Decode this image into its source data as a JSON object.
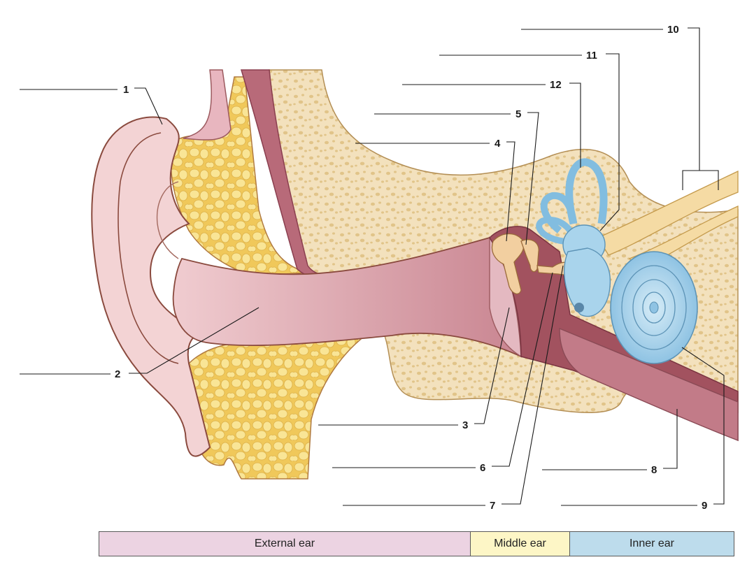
{
  "labels": [
    "1",
    "2",
    "3",
    "4",
    "5",
    "6",
    "7",
    "8",
    "9",
    "10",
    "11",
    "12"
  ],
  "legend": {
    "external": "External ear",
    "middle": "Middle ear",
    "inner": "Inner ear"
  },
  "colors": {
    "external": "#ecd3e2",
    "middle": "#fdf6c6",
    "inner": "#bddcec",
    "skin": "#f3d3d4",
    "bone": "#f3e1bd",
    "fat": "#f7df86",
    "canal": "#c98d96",
    "labyrinth": "#a9d4ec",
    "nerve": "#f5dba4"
  }
}
